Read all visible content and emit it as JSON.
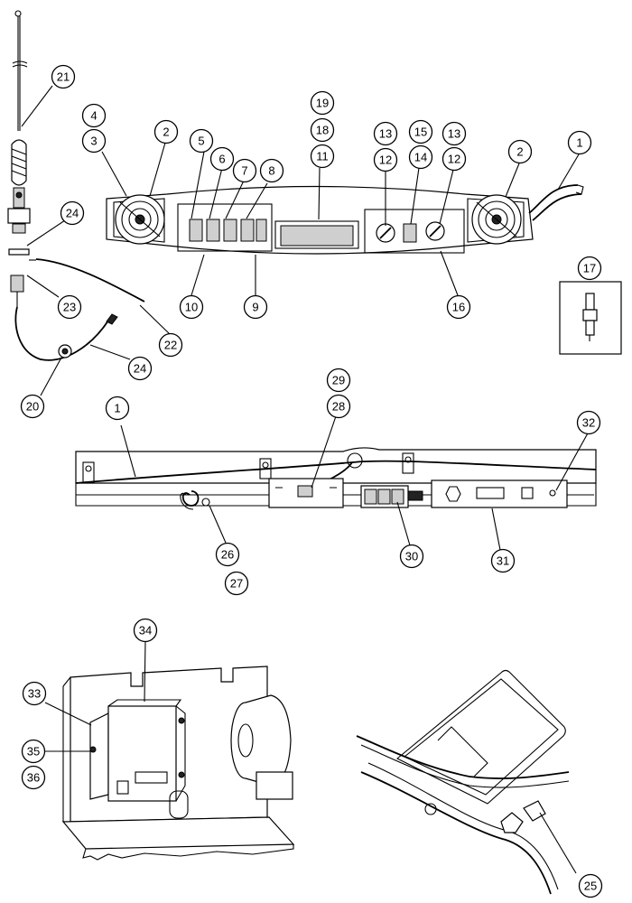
{
  "diagram": {
    "callouts": [
      "21",
      "4",
      "3",
      "2",
      "5",
      "6",
      "7",
      "8",
      "19",
      "18",
      "11",
      "13",
      "12",
      "15",
      "14",
      "13",
      "12",
      "2",
      "1",
      "24",
      "23",
      "10",
      "9",
      "16",
      "17",
      "22",
      "24",
      "20",
      "29",
      "28",
      "1",
      "32",
      "26",
      "27",
      "30",
      "31",
      "34",
      "33",
      "35",
      "36",
      "25"
    ]
  }
}
